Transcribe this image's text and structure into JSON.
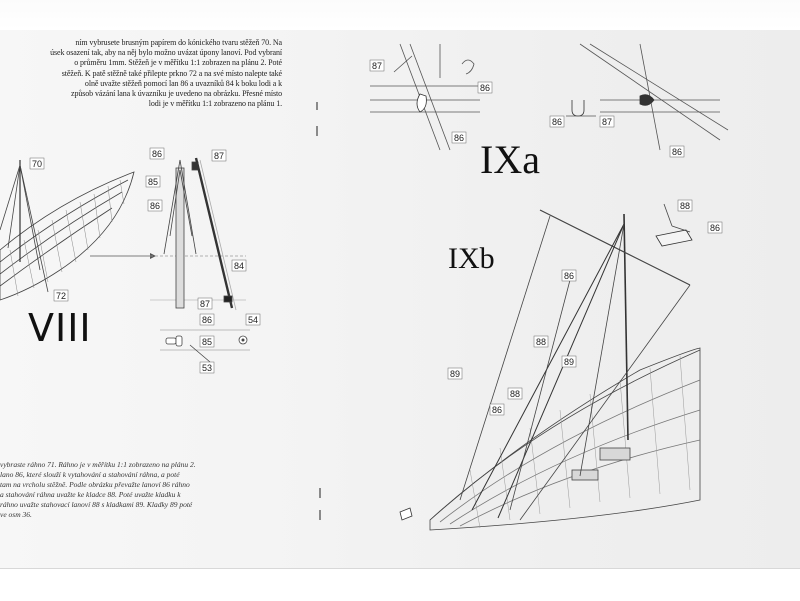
{
  "labels": {
    "viii": "VIII",
    "ixa": "IXa",
    "ixb": "IXb"
  },
  "text_left_top": [
    "ním vybrusete brusným papírem do kónického tvaru stěžeň 70. Na",
    "úsek osazení tak, aby na něj bylo možno uvázat úpony lanoví. Pod vybraní",
    "o průměru 1mm. Stěžeň je v měřítku 1:1 zobrazen na plánu 2. Poté",
    "stěžeň. K patě stěžně také přilepte prkno 72 a na své místo nalepte také",
    "olně uvažte stěžeň pomocí lan 86 a uvazníků 84 k boku lodi a k",
    "způsob vázání lana k úvazníku je uvedeno na obrázku. Přesné místo",
    "lodi je v měřítku 1:1 zobrazeno na plánu 1."
  ],
  "text_left_bottom": [
    "vybraste ráhno 71. Ráhno je v měřítku 1:1 zobrazeno na plánu 2.",
    "lano 86, které slouží k vytahování a stahování ráhna, a poté",
    "tam na vrcholu stěžně. Podle obrázku převažte lanoví 86 ráhno",
    "",
    "a stahování ráhna uvažte ke kladce 88. Poté uvažte kladku k",
    "ráhno uvažte stahovací lanoví 88 s kladkami 89. Kladky 89 poté",
    "ve osm 36."
  ],
  "callouts": {
    "viii": [
      "70",
      "72",
      "86",
      "87",
      "85",
      "86",
      "84",
      "87",
      "86",
      "54",
      "85",
      "53"
    ],
    "ixa": [
      "87",
      "86",
      "86",
      "86",
      "87",
      "86"
    ],
    "ixb": [
      "88",
      "86",
      "86",
      "88",
      "89",
      "89",
      "86",
      "88"
    ]
  }
}
